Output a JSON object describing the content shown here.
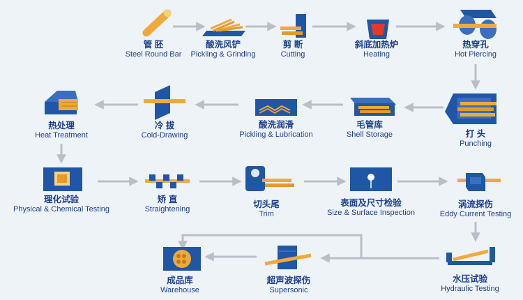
{
  "colors": {
    "blue": "#1f57a6",
    "arrow": "#b9bfc7",
    "orange": "#f0a93a",
    "red": "#e23a2a"
  },
  "steps": [
    {
      "id": "steel-round-bar",
      "zh": "管 胚",
      "en": "Steel Round Bar",
      "icon": "round-bar-icon"
    },
    {
      "id": "pickling-grinding",
      "zh": "酸洗风铲",
      "en": "Pickling & Grinding",
      "icon": "pickling-grinding-icon"
    },
    {
      "id": "cutting",
      "zh": "剪 断",
      "en": "Cutting",
      "icon": "cutting-icon"
    },
    {
      "id": "heating",
      "zh": "斜底加热炉",
      "en": "Heating",
      "icon": "furnace-icon"
    },
    {
      "id": "hot-piercing",
      "zh": "热穿孔",
      "en": "Hot Piercing",
      "icon": "piercing-mill-icon"
    },
    {
      "id": "punching",
      "zh": "打 头",
      "en": "Punching",
      "icon": "punching-icon"
    },
    {
      "id": "shell-storage",
      "zh": "毛管库",
      "en": "Shell Storage",
      "icon": "shell-storage-icon"
    },
    {
      "id": "pickling-lubrication",
      "zh": "酸洗润滑",
      "en": "Pickling & Lubrication",
      "icon": "pickling-tank-icon"
    },
    {
      "id": "cold-drawing",
      "zh": "冷 拔",
      "en": "Cold-Drawing",
      "icon": "cold-drawing-icon"
    },
    {
      "id": "heat-treatment",
      "zh": "热处理",
      "en": "Heat Treatment",
      "icon": "heat-treatment-icon"
    },
    {
      "id": "physical-chemical-testing",
      "zh": "理化试验",
      "en": "Physical & Chemical Testing",
      "icon": "testing-monitor-icon"
    },
    {
      "id": "straightening",
      "zh": "矫 直",
      "en": "Straightening",
      "icon": "straightening-rollers-icon"
    },
    {
      "id": "trim",
      "zh": "切头尾",
      "en": "Trim",
      "icon": "trim-saw-icon"
    },
    {
      "id": "size-surface-inspection",
      "zh": "表面及尺寸检验",
      "en": "Size & Surface Inspection",
      "icon": "inspection-screen-icon"
    },
    {
      "id": "eddy-current-testing",
      "zh": "涡流探伤",
      "en": "Eddy Current Testing",
      "icon": "eddy-current-icon"
    },
    {
      "id": "hydraulic-testing",
      "zh": "水压试验",
      "en": "Hydraulic Testing",
      "icon": "hydraulic-test-icon"
    },
    {
      "id": "supersonic",
      "zh": "超声波探伤",
      "en": "Supersonic",
      "icon": "ultrasonic-icon"
    },
    {
      "id": "warehouse",
      "zh": "成品库",
      "en": "Warehouse",
      "icon": "warehouse-icon"
    }
  ]
}
